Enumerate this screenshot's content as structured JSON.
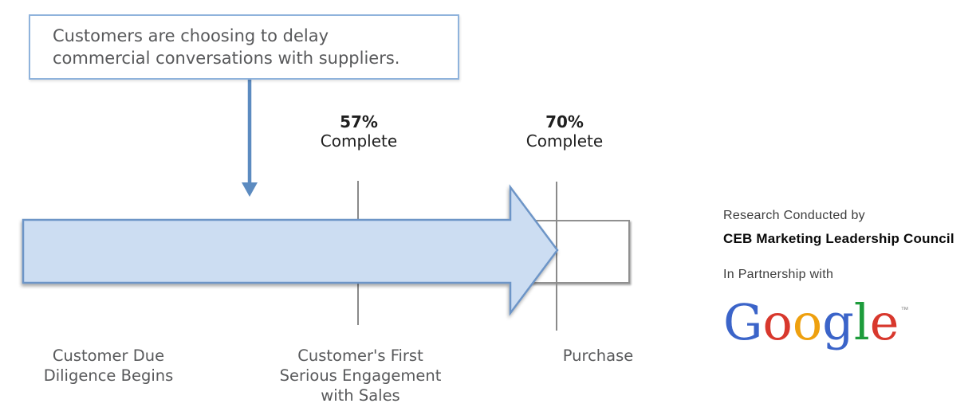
{
  "callout": {
    "text": "Customers are choosing to delay\ncommercial conversations with suppliers."
  },
  "timeline": {
    "description": "Customer purchase journey progress bar with milestone markers",
    "markers": [
      {
        "percent": "57%",
        "caption": "Complete"
      },
      {
        "percent": "70%",
        "caption": "Complete"
      }
    ],
    "milestones": [
      {
        "label": "Customer Due\nDiligence Begins"
      },
      {
        "label": "Customer's First\nSerious Engagement\nwith Sales"
      },
      {
        "label": "Purchase"
      }
    ]
  },
  "credits": {
    "research_by": "Research Conducted by",
    "org": "CEB Marketing Leadership Council",
    "partnership": "In Partnership with",
    "google_logo": {
      "letters": [
        {
          "char": "G",
          "color": "#3B64C9"
        },
        {
          "char": "o",
          "color": "#D8382D"
        },
        {
          "char": "o",
          "color": "#EEA00F"
        },
        {
          "char": "g",
          "color": "#3B64C9"
        },
        {
          "char": "l",
          "color": "#1E9C3C"
        },
        {
          "char": "e",
          "color": "#D8382D"
        }
      ],
      "trademark": "™"
    }
  },
  "colors": {
    "arrow_fill": "#CCDDF2",
    "arrow_stroke": "#6D95C7",
    "pointer_blue": "#5C8BC0",
    "callout_border": "#8FB3DC",
    "marker_line_gray": "#8A8A8A",
    "remaining_rect_border": "#909090",
    "label_gray": "#58595B",
    "percent_text": "#1F1F1F"
  }
}
